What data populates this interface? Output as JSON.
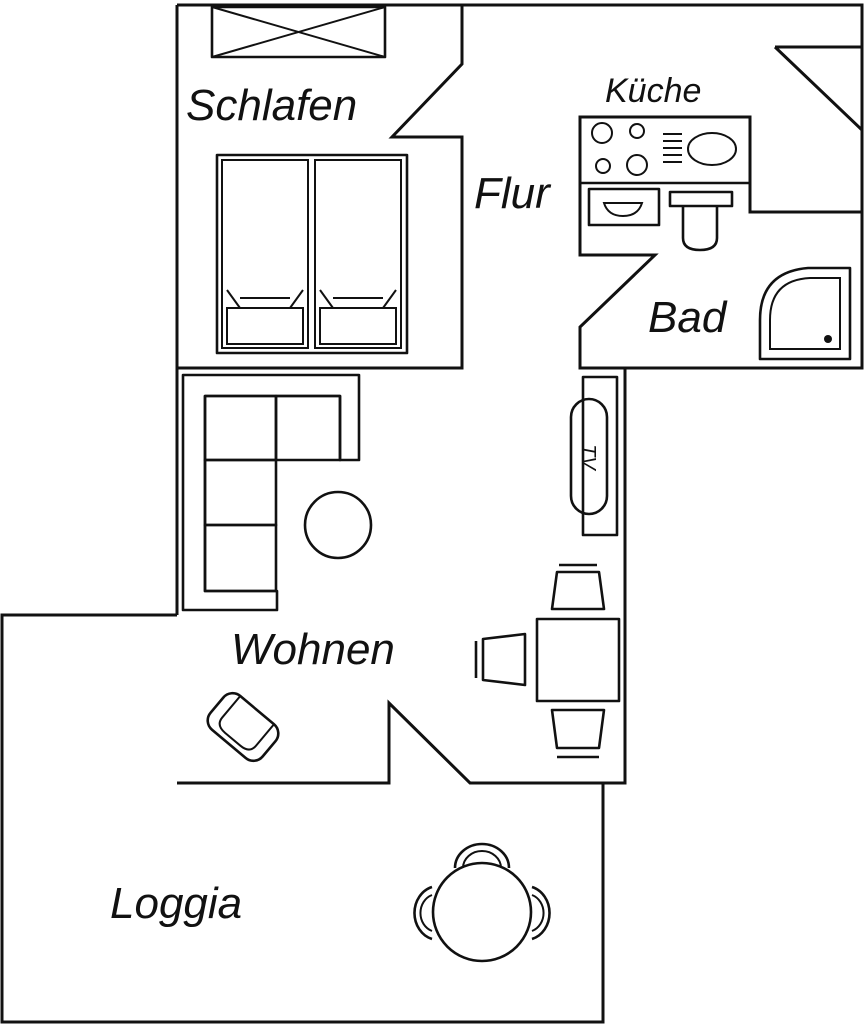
{
  "floorplan": {
    "rooms": {
      "schlafen": "Schlafen",
      "kueche": "Küche",
      "flur": "Flur",
      "bad": "Bad",
      "wohnen": "Wohnen",
      "loggia": "Loggia"
    },
    "furniture": {
      "tv": "TV"
    }
  },
  "colors": {
    "line": "#111111",
    "background": "#ffffff"
  }
}
